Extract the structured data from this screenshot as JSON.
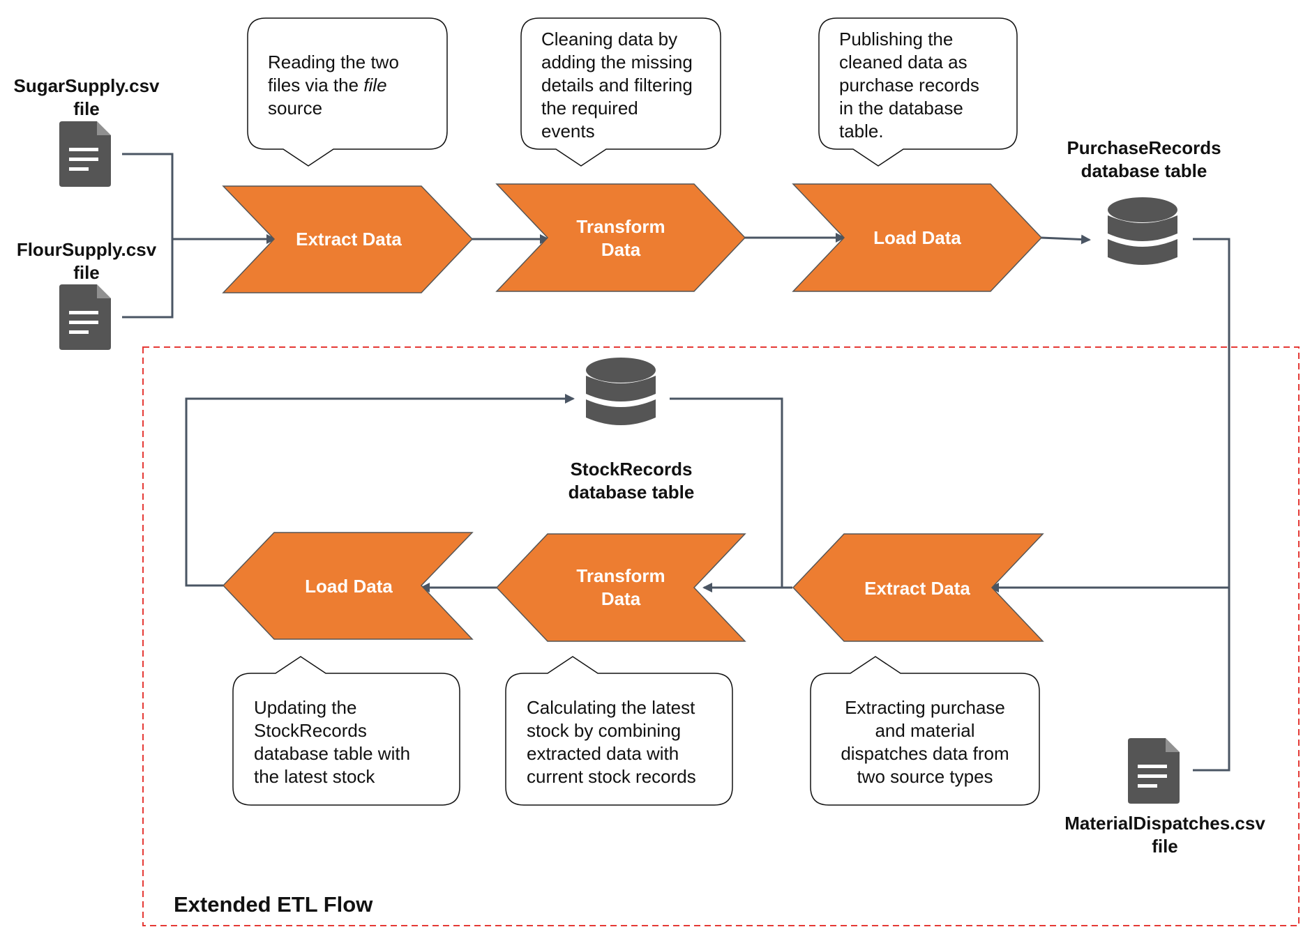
{
  "colors": {
    "step_fill": "#ED7D31",
    "step_stroke": "#555555",
    "connector": "#4A5563",
    "icon": "#555555",
    "dashed_border": "#E53935"
  },
  "sources": {
    "sugar": {
      "icon": "document-icon",
      "lines": [
        "SugarSupply.csv",
        "file"
      ]
    },
    "flour": {
      "icon": "document-icon",
      "lines": [
        "FlourSupply.csv",
        "file"
      ]
    },
    "dispatches": {
      "icon": "document-icon",
      "lines": [
        "MaterialDispatches.csv",
        "file"
      ]
    }
  },
  "tables": {
    "purchase": {
      "icon": "database-icon",
      "lines": [
        "PurchaseRecords",
        "database table"
      ]
    },
    "stock": {
      "icon": "database-icon",
      "lines": [
        "StockRecords",
        "database table"
      ]
    }
  },
  "top_flow": {
    "steps": [
      {
        "lines": [
          "Extract Data"
        ]
      },
      {
        "lines": [
          "Transform",
          "Data"
        ]
      },
      {
        "lines": [
          "Load Data"
        ]
      }
    ],
    "notes": [
      {
        "lines": [
          "Reading the two",
          "files via the ",
          "source"
        ],
        "italic_word": "file"
      },
      {
        "lines": [
          "Cleaning data by",
          "adding the missing",
          "details and filtering",
          "the required",
          "events"
        ]
      },
      {
        "lines": [
          "Publishing the",
          "cleaned data as",
          "purchase records",
          "in the database",
          "table."
        ]
      }
    ]
  },
  "extended_flow": {
    "title": "Extended ETL Flow",
    "steps": [
      {
        "lines": [
          "Load Data"
        ]
      },
      {
        "lines": [
          "Transform",
          "Data"
        ]
      },
      {
        "lines": [
          "Extract Data"
        ]
      }
    ],
    "notes": [
      {
        "lines": [
          "Updating the",
          "StockRecords",
          "database table with",
          "the latest stock"
        ]
      },
      {
        "lines": [
          "Calculating the latest",
          "stock by combining",
          "extracted data with",
          "current stock records"
        ]
      },
      {
        "lines": [
          "Extracting purchase",
          "and material",
          "dispatches data from",
          "two source types"
        ]
      }
    ]
  }
}
